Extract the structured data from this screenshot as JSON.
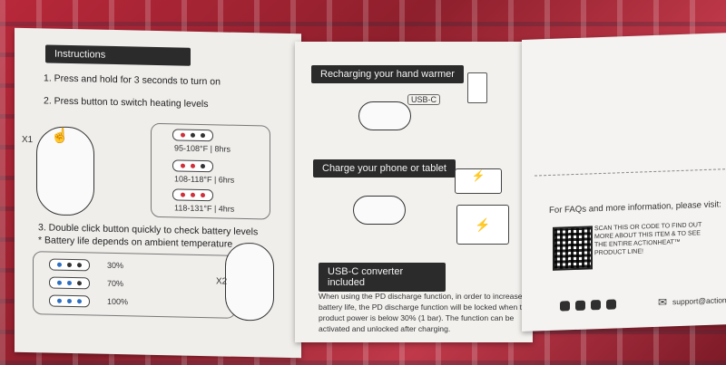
{
  "p1": {
    "title": "Instructions",
    "step1": "1. Press and hold for 3 seconds to turn on",
    "step2": "2. Press button to switch heating levels",
    "x1": "X1",
    "levels": [
      "95-108°F | 8hrs",
      "108-118°F | 6hrs",
      "118-131°F | 4hrs"
    ],
    "step3": "3. Double click button quickly to check battery levels",
    "note": "* Battery life depends on ambient temperature",
    "battery": [
      "30%",
      "70%",
      "100%"
    ],
    "x2": "X2"
  },
  "p2": {
    "recharge": "Recharging your hand warmer",
    "usbc": "USB-C",
    "charge": "Charge your phone or tablet",
    "converter": "USB-C converter included",
    "body": [
      "When using the PD discharge function, in order to increase the",
      "battery life, the PD discharge function will be locked when the",
      "product power is below 30% (1 bar). The function can be",
      "activated and unlocked after charging."
    ]
  },
  "p3": {
    "faq": "For FAQs and more information, please visit:",
    "scan": [
      "SCAN THIS OR CODE TO FIND OUT",
      "MORE ABOUT THIS ITEM & TO SEE",
      "THE ENTIRE ACTIONHEAT™",
      "PRODUCT LINE!"
    ],
    "email": "support@actionh"
  }
}
